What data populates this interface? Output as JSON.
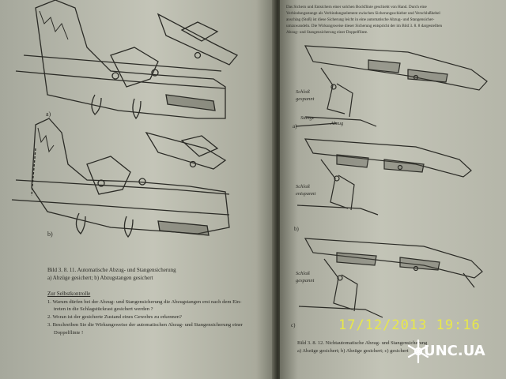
{
  "left": {
    "fig_a": "a)",
    "fig_b": "b)",
    "caption_line1": "Bild 3. 8. 11. Automatische Abzug- und Stangensicherung",
    "caption_line2": "a) Abzüge gesichert; b) Abzugstangen gesichert",
    "section_title": "Zur Selbstkontrolle",
    "q1a": "1. Warum dürfen bei der Abzug- und Stangensicherung die Abzugstangen erst nach dem Ein-",
    "q1b": "treten in die Schlagstückrast gesichert werden ?",
    "q2": "2. Woran ist der gesicherte Zustand eines Gewehrs zu erkennen?",
    "q3": "3. Beschreiben Sie die Wirkungsweise der automatischen Abzug- und Stangensicherung einer",
    "q3b": "Doppelflinte !"
  },
  "right": {
    "line1": "Das Sichern und Entsichern einer solchen Bockflinte geschieht von Hand. Durch eine",
    "line2": "Verbindungsstange als Verbindungselement zwischen Sicherungsschieber und Verschlußhebel",
    "line3": "anschlag (Stoß) ist diese Sicherung leicht in eine automatische Abzug- und Stangensicher-",
    "line4": "umzuwandeln. Die Wirkungsweise dieser Sicherung entspricht der im Bild 3. 8. 8 dargestellten",
    "line5": "Abzug- und Stangensicherung einer Doppelflinte.",
    "label_a1": "Schloß",
    "label_a2": "gespannt",
    "label_stange": "Stange",
    "label_abzug": "Abzug",
    "fig_a": "a)",
    "label_b1": "Schloß",
    "label_b2": "entspannt",
    "fig_b": "b)",
    "label_c1": "Schloß",
    "label_c2": "gespannt",
    "fig_c": "c)",
    "caption_line1": "Bild 3. 8. 12. Nichtautomatische Abzug- und Stangensicherung",
    "caption_line2": "a) Abzüge gesichert; b) Abzüge gesichert; c) gesichert"
  },
  "overlay": {
    "timestamp": "17/12/2013 19:16",
    "watermark": "UNC.UA"
  }
}
